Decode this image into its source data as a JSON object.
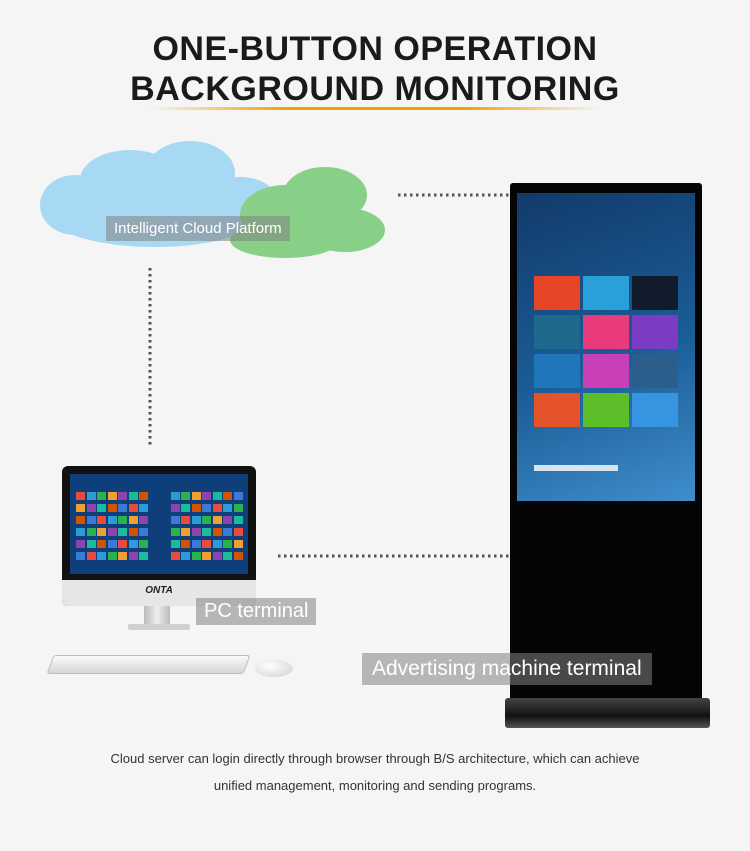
{
  "title": {
    "line1": "ONE-BUTTON OPERATION",
    "line2": "BACKGROUND MONITORING"
  },
  "nodes": {
    "cloud_label": "Intelligent Cloud Platform",
    "pc_label": "PC terminal",
    "ad_label": "Advertising machine terminal"
  },
  "monitor_brand": "ONTA",
  "caption": {
    "line1": "Cloud server can login directly through browser through B/S architecture, which can achieve",
    "line2": "unified management, monitoring and sending programs."
  },
  "colors": {
    "accent_underline": "#f5a000",
    "cloud_blue": "#a5d8f3",
    "cloud_green": "#86cf86"
  }
}
